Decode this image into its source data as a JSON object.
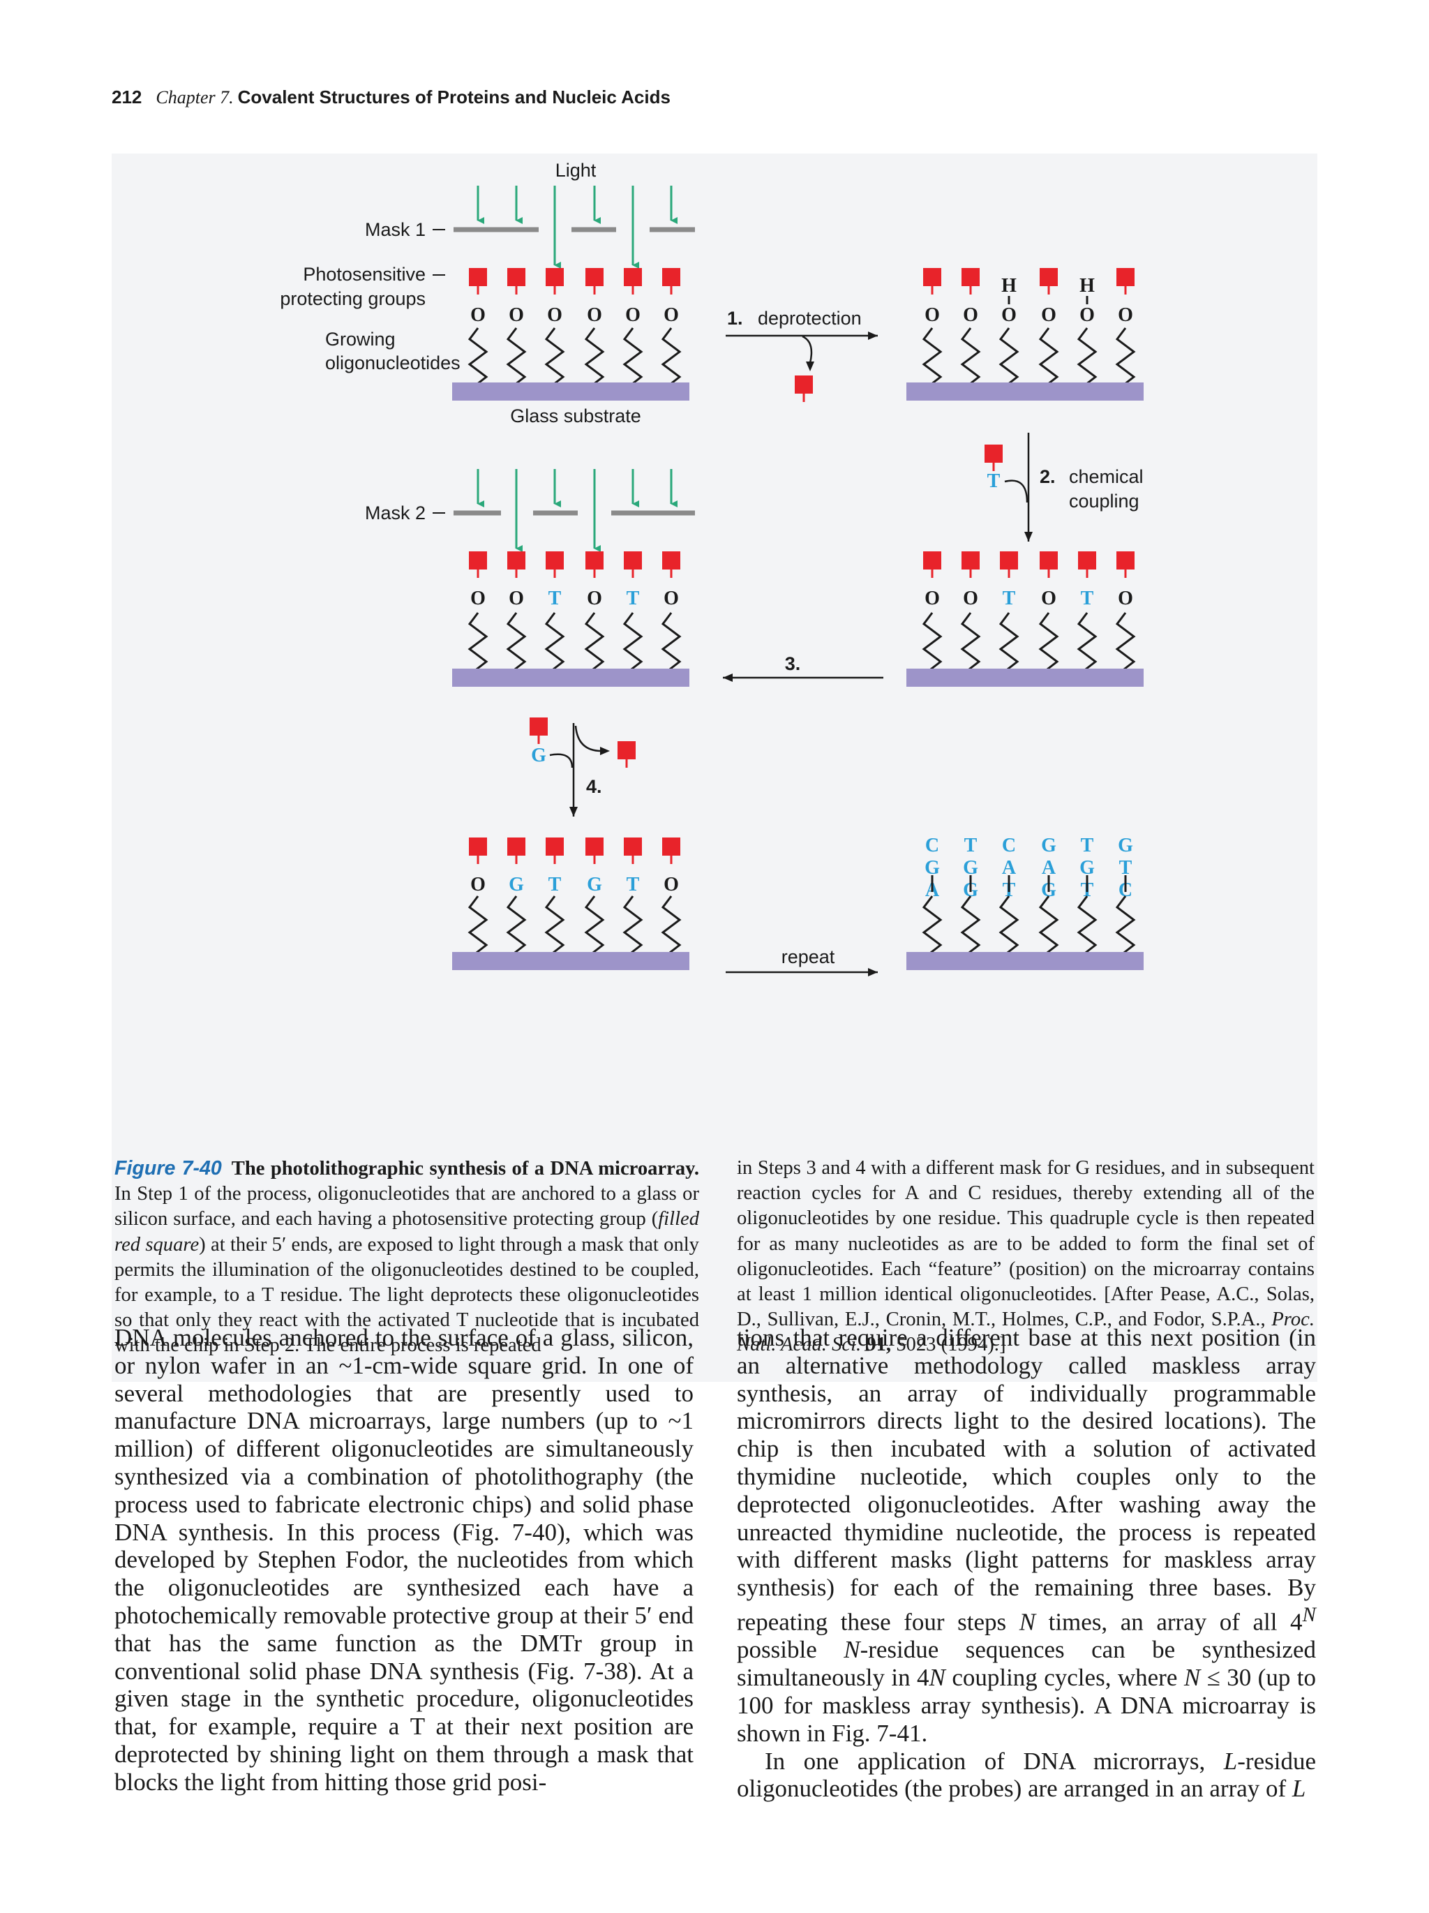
{
  "header": {
    "page_number": "212",
    "chapter": "Chapter 7.",
    "chapter_title": "Covalent Structures of Proteins and Nucleic Acids"
  },
  "figure": {
    "labels": {
      "light": "Light",
      "mask1": "Mask 1",
      "mask2": "Mask 2",
      "photo1": "Photosensitive",
      "photo2": "protecting groups",
      "growing1": "Growing",
      "growing2": "oligonucleotides",
      "glass": "Glass substrate",
      "step1_num": "1.",
      "step1_text": "deprotection",
      "step2_num": "2.",
      "step2_l1": "chemical",
      "step2_l2": "coupling",
      "step3": "3.",
      "step4": "4.",
      "repeat": "repeat",
      "nuc_T": "T",
      "nuc_G": "G"
    },
    "columns": {
      "a": [
        "O",
        "O",
        "O",
        "O",
        "O",
        "O"
      ],
      "b": [
        "O",
        "O",
        "H",
        "O",
        "H",
        "O"
      ],
      "c": [
        "O",
        "O",
        "T",
        "O",
        "T",
        "O"
      ],
      "d": [
        "O",
        "O",
        "T",
        "O",
        "T",
        "O"
      ],
      "e": [
        "O",
        "G",
        "T",
        "G",
        "T",
        "O"
      ]
    },
    "final_rows": [
      [
        "C",
        "T",
        "C",
        "G",
        "T",
        "G"
      ],
      [
        "G",
        "G",
        "A",
        "A",
        "G",
        "T"
      ],
      [
        "A",
        "G",
        "T",
        "G",
        "T",
        "C"
      ]
    ],
    "colors": {
      "protect": "#e8232a",
      "arrow": "#2aa87a",
      "substrate": "#9d94c9",
      "mask": "#8a8a8a",
      "base": "#2a9fd8",
      "panel": "#f3f4f6"
    }
  },
  "caption": {
    "label": "Figure 7-40",
    "title": "The photolithographic synthesis of a DNA microarray.",
    "left_a": "In Step 1 of the process, oligonucleotides that are anchored to a glass or silicon surface, and each having a photosensitive protecting group (",
    "left_italic": "filled red square",
    "left_b": ") at their 5′ ends, are exposed to light through a mask that only permits the illumination of the oligonucleotides destined to be coupled, for example, to a T residue. The light deprotects these oligonucleotides so that only they react with the activated T nucleotide that is incubated with the chip in Step 2. The entire process is repeated",
    "right_a": "in Steps 3 and 4 with a different mask for G residues, and in subsequent reaction cycles for A and C residues, thereby extending all of the oligonucleotides by one residue. This quadruple cycle is then repeated for as many nucleotides as are to be added to form the final set of oligonucleotides. Each “feature” (position) on the microarray contains at least 1 million identical oligonucleotides. [After Pease, A.C., Solas, D., Sullivan, E.J., Cronin, M.T., Holmes, C.P., and Fodor, S.P.A., ",
    "right_journal": "Proc. Natl. Acad. Sci.",
    "right_volume": "91,",
    "right_b": " 5023 (1994).]"
  },
  "body": {
    "left": "DNA molecules anchored to the surface of a glass, silicon, or nylon wafer in an ~1-cm-wide square grid. In one of several methodologies that are presently used to manufacture DNA microarrays, large numbers (up to ~1 million) of different oligonucleotides are simultaneously synthesized via a combination of photolithography (the process used to fabricate electronic chips) and solid phase DNA synthesis. In this process (Fig. 7-40), which was developed by Stephen Fodor, the nucleotides from which the oligonucleotides are synthesized each have a photochemically removable protective group at their 5′ end that has the same function as the DMTr group in conventional solid phase DNA synthesis (Fig. 7-38). At a given stage in the synthetic procedure, oligonucleotides that, for example, require a T at their next position are deprotected by shining light on them through a mask that blocks the light from hitting those grid posi-",
    "right_a": "tions that require a different base at this next position (in an alternative methodology called maskless array synthesis, an array of individually programmable micromirrors directs light to the desired locations). The chip is then incubated with a solution of activated thymidine nucleotide, which couples only to the deprotected oligonucleotides. After washing away the unreacted thymidine nucleotide, the process is repeated with different masks (light patterns for maskless array synthesis) for each of the remaining three bases. By repeating these four steps ",
    "right_N1": "N",
    "right_b": " times, an array of all 4",
    "right_sup": "N",
    "right_c": " possible ",
    "right_N2": "N",
    "right_d": "-residue sequences can be synthesized simultaneously in 4",
    "right_N3": "N",
    "right_e": " coupling cycles, where ",
    "right_N4": "N",
    "right_f": " ≤ 30 (up to 100 for maskless array synthesis). A DNA microarray is shown in Fig. 7-41.",
    "right_p2a": "In one application of DNA microrrays, ",
    "right_p2L": "L",
    "right_p2b": "-residue oligonucleotides (the probes) are arranged in an array of ",
    "right_p2L2": "L"
  }
}
